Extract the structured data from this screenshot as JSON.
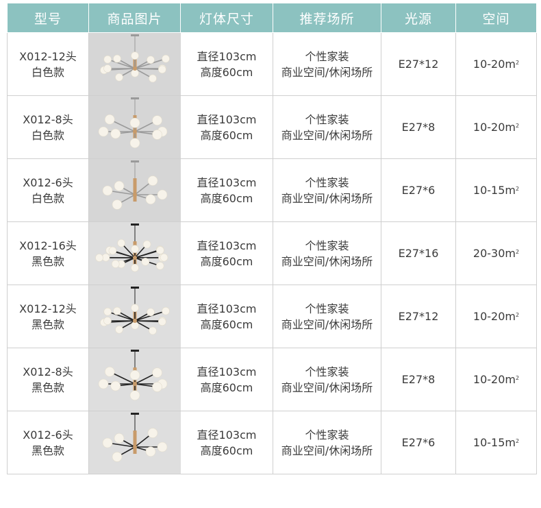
{
  "headers": [
    "型号",
    "商品图片",
    "灯体尺寸",
    "推荐场所",
    "光源",
    "空间"
  ],
  "rows": [
    {
      "model": "X012-12头",
      "color": "白色款",
      "size1": "直径103cm",
      "size2": "高度60cm",
      "place1": "个性家装",
      "place2": "商业空间/休闲场所",
      "source": "E27*12",
      "space": "10-20m",
      "space_sup": "2",
      "theme": "white",
      "heads": 12
    },
    {
      "model": "X012-8头",
      "color": "白色款",
      "size1": "直径103cm",
      "size2": "高度60cm",
      "place1": "个性家装",
      "place2": "商业空间/休闲场所",
      "source": "E27*8",
      "space": "10-20m",
      "space_sup": "2",
      "theme": "white",
      "heads": 8
    },
    {
      "model": "X012-6头",
      "color": "白色款",
      "size1": "直径103cm",
      "size2": "高度60cm",
      "place1": "个性家装",
      "place2": "商业空间/休闲场所",
      "source": "E27*6",
      "space": "10-15m",
      "space_sup": "2",
      "theme": "white",
      "heads": 6
    },
    {
      "model": "X012-16头",
      "color": "黑色款",
      "size1": "直径103cm",
      "size2": "高度60cm",
      "place1": "个性家装",
      "place2": "商业空间/休闲场所",
      "source": "E27*16",
      "space": "20-30m",
      "space_sup": "2",
      "theme": "black",
      "heads": 16
    },
    {
      "model": "X012-12头",
      "color": "黑色款",
      "size1": "直径103cm",
      "size2": "高度60cm",
      "place1": "个性家装",
      "place2": "商业空间/休闲场所",
      "source": "E27*12",
      "space": "10-20m",
      "space_sup": "2",
      "theme": "black",
      "heads": 12
    },
    {
      "model": "X012-8头",
      "color": "黑色款",
      "size1": "直径103cm",
      "size2": "高度60cm",
      "place1": "个性家装",
      "place2": "商业空间/休闲场所",
      "source": "E27*8",
      "space": "10-20m",
      "space_sup": "2",
      "theme": "black",
      "heads": 8
    },
    {
      "model": "X012-6头",
      "color": "黑色款",
      "size1": "直径103cm",
      "size2": "高度60cm",
      "place1": "个性家装",
      "place2": "商业空间/休闲场所",
      "source": "E27*6",
      "space": "10-15m",
      "space_sup": "2",
      "theme": "black",
      "heads": 6
    }
  ],
  "colors": {
    "header_bg": "#8cc2c0",
    "header_text": "#ffffff",
    "border": "#cfcfcf",
    "brass": "#c89b6a",
    "globe": "#f7f3ea"
  }
}
